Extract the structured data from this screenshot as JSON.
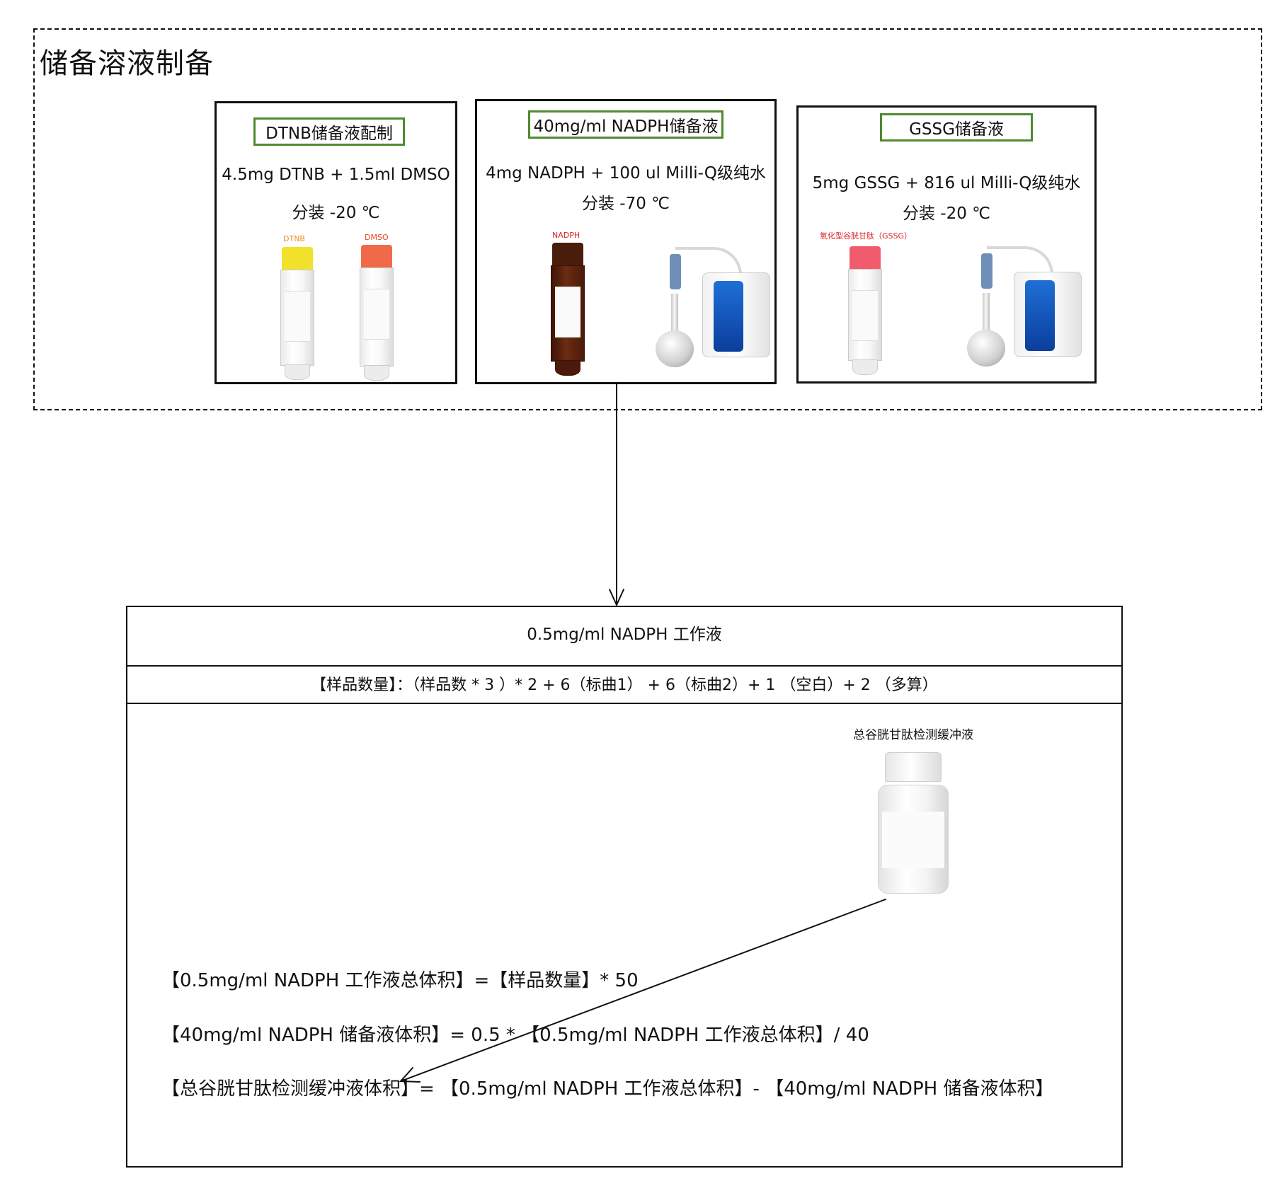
{
  "stock_section": {
    "title": "储备溶液制备"
  },
  "cards": {
    "dtnb": {
      "label": "DTNB储备液配制",
      "line1": "4.5mg DTNB + 1.5ml DMSO",
      "line2": "分装 -20 ℃",
      "tube1_name": "DTNB",
      "tube2_name": "DMSO"
    },
    "nadph": {
      "label": "40mg/ml NADPH储备液",
      "line1": "4mg NADPH + 100 ul Milli-Q级纯水",
      "line2": "分装 -70 ℃",
      "tube_name": "NADPH"
    },
    "gssg": {
      "label": "GSSG储备液",
      "line1": "5mg GSSG + 816 ul Milli-Q级纯水",
      "line2": "分装 -20 ℃",
      "tube_name": "氧化型谷胱甘肽（GSSG）"
    }
  },
  "working_solution": {
    "title": "0.5mg/ml NADPH 工作液",
    "sample_formula": "【样品数量】：（样品数 * 3 ）* 2 + 6（标曲1） + 6（标曲2）+ 1 （空白）+ 2 （多算）",
    "buffer_label": "总谷胱甘肽检测缓冲液",
    "equations": [
      "【0.5mg/ml NADPH 工作液总体积】=【样品数量】* 50",
      "【40mg/ml NADPH 储备液体积】= 0.5 * 【0.5mg/ml NADPH 工作液总体积】/ 40",
      "【总谷胱甘肽检测缓冲液体积】= 【0.5mg/ml NADPH 工作液总体积】- 【40mg/ml NADPH 储备液体积】"
    ]
  },
  "colors": {
    "label_border": "#4f8a2e",
    "dtnb_cap": "#f2e12a",
    "dmso_cap": "#f06a4a",
    "nadph_tube": "#5a2410",
    "gssg_cap": "#f25a6e",
    "dtnb_name": "#f08a1c",
    "dmso_name": "#e8452c",
    "red_name": "#d22"
  }
}
